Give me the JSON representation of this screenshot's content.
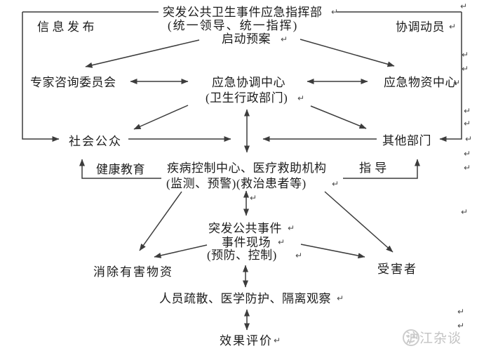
{
  "page": {
    "background": "#ffffff"
  },
  "colors": {
    "text": "#1c1c1c",
    "line": "#3c3c3c",
    "watermark": "#c3c3c3"
  },
  "diagram": {
    "header": {
      "title": "突发公共卫生事件应急指挥部",
      "subtitle": "(统一领导、统一指挥)",
      "action": "启动预案",
      "left_label": "信息发布",
      "right_label": "协调动员"
    },
    "nodes": {
      "expert_committee": "专家咨询委员会",
      "coordination_center": "应急协调中心",
      "coordination_center_sub": "(卫生行政部门)",
      "supplies_center": "应急物资中心",
      "public": "社会公众",
      "other_departments": "其他部门",
      "health_education": "健康教育",
      "cdc_line1": "疾病控制中心、医疗救助机构",
      "cdc_line2": "(监测、预警)(救治患者等)",
      "guidance": "指  导",
      "event_line1": "突发公共事件",
      "event_line2": "事件现场",
      "event_line3": "(预防、控制)",
      "remove_hazard": "消除有害物资",
      "victims": "受害者",
      "evacuation": "人员疏散、医学防护、隔离观察",
      "evaluation": "效果评价"
    },
    "marks": {
      "pilcrow": "↵"
    },
    "watermark": {
      "text": "沪江杂谈"
    }
  }
}
